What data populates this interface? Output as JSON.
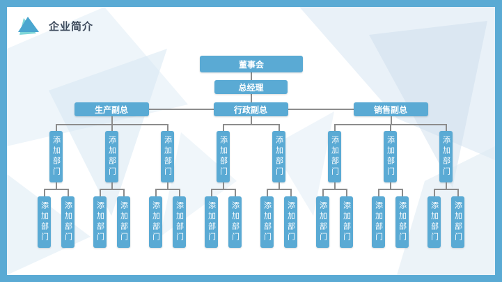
{
  "header": {
    "title": "企业简介",
    "logo_icon": "triangle-logo-icon"
  },
  "colors": {
    "frame": "#5aaad4",
    "box": "#5aaad4",
    "line": "#8c8c8c",
    "title": "#3d4a5c"
  },
  "org": {
    "root": "董事会",
    "manager": "总经理",
    "vps": [
      {
        "label": "生产副总",
        "depts": [
          {
            "label": "添加部门",
            "subs": [
              "添加部门",
              "添加部门"
            ]
          },
          {
            "label": "添加部门",
            "subs": [
              "添加部门",
              "添加部门"
            ]
          },
          {
            "label": "添加部门",
            "subs": [
              "添加部门",
              "添加部门"
            ]
          }
        ]
      },
      {
        "label": "行政副总",
        "depts": [
          {
            "label": "添加部门",
            "subs": [
              "添加部门",
              "添加部门"
            ]
          },
          {
            "label": "添加部门",
            "subs": [
              "添加部门",
              "添加部门"
            ]
          }
        ]
      },
      {
        "label": "销售副总",
        "depts": [
          {
            "label": "添加部门",
            "subs": [
              "添加部门",
              "添加部门"
            ]
          },
          {
            "label": "添加部门",
            "subs": [
              "添加部门",
              "添加部门"
            ]
          },
          {
            "label": "添加部门",
            "subs": [
              "添加部门",
              "添加部门"
            ]
          }
        ]
      }
    ]
  }
}
